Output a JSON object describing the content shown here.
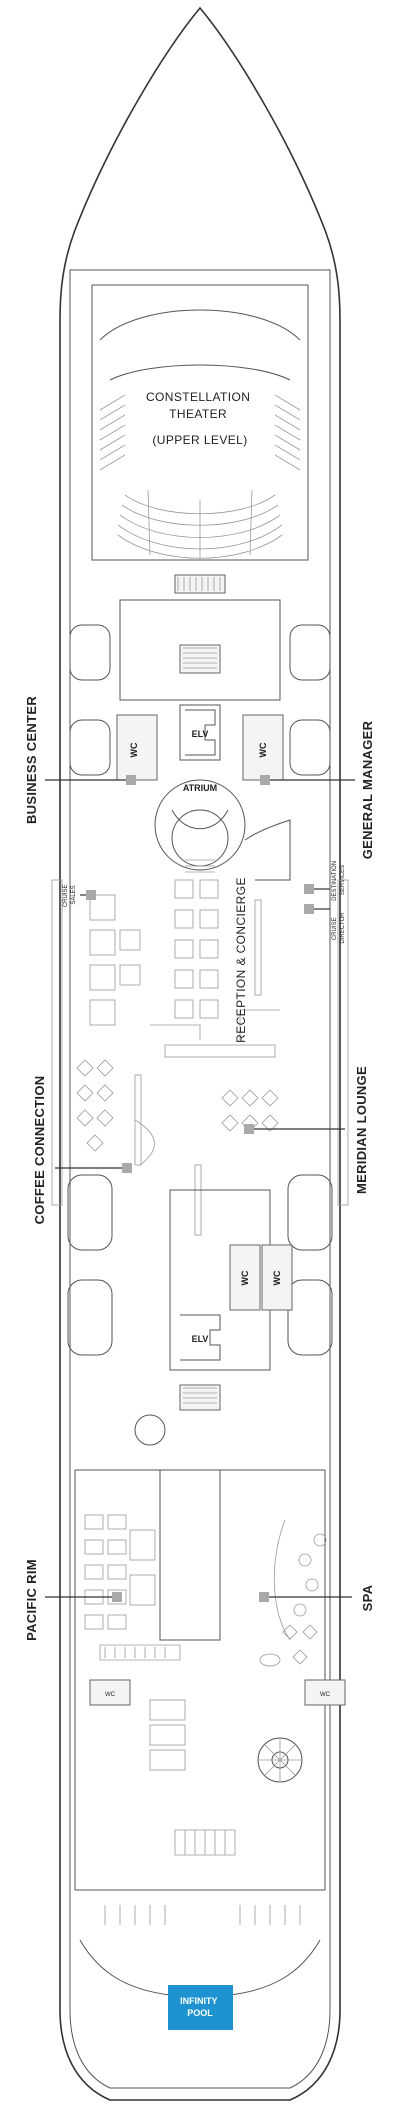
{
  "labels": {
    "theater": [
      "CONSTELLATION",
      "THEATER",
      "(UPPER LEVEL)"
    ],
    "elv_1": "ELV",
    "elv_2": "ELV",
    "wc_1": "WC",
    "wc_2": "WC",
    "wc_3": "WC",
    "wc_4": "WC",
    "wc_5": "WC",
    "wc_6": "WC",
    "atrium": "ATRIUM",
    "reception": "RECEPTION & CONCIERGE",
    "business_center": "BUSINESS CENTER",
    "general_manager": "GENERAL MANAGER",
    "cruise_sales": [
      "CRUISE",
      "SALES"
    ],
    "destination_services": [
      "DESTINATION",
      "SERVICES"
    ],
    "cruise_director": [
      "CRUISE",
      "DIRECTOR"
    ],
    "coffee_connection": "COFFEE CONNECTION",
    "meridian_lounge": "MERIDIAN LOUNGE",
    "pacific_rim": "PACIFIC RIM",
    "spa": "SPA",
    "infinity_pool": [
      "INFINITY",
      "POOL"
    ]
  },
  "colors": {
    "pool": "#1f93cf",
    "marker": "#a9a9a9",
    "text": "#222222"
  }
}
